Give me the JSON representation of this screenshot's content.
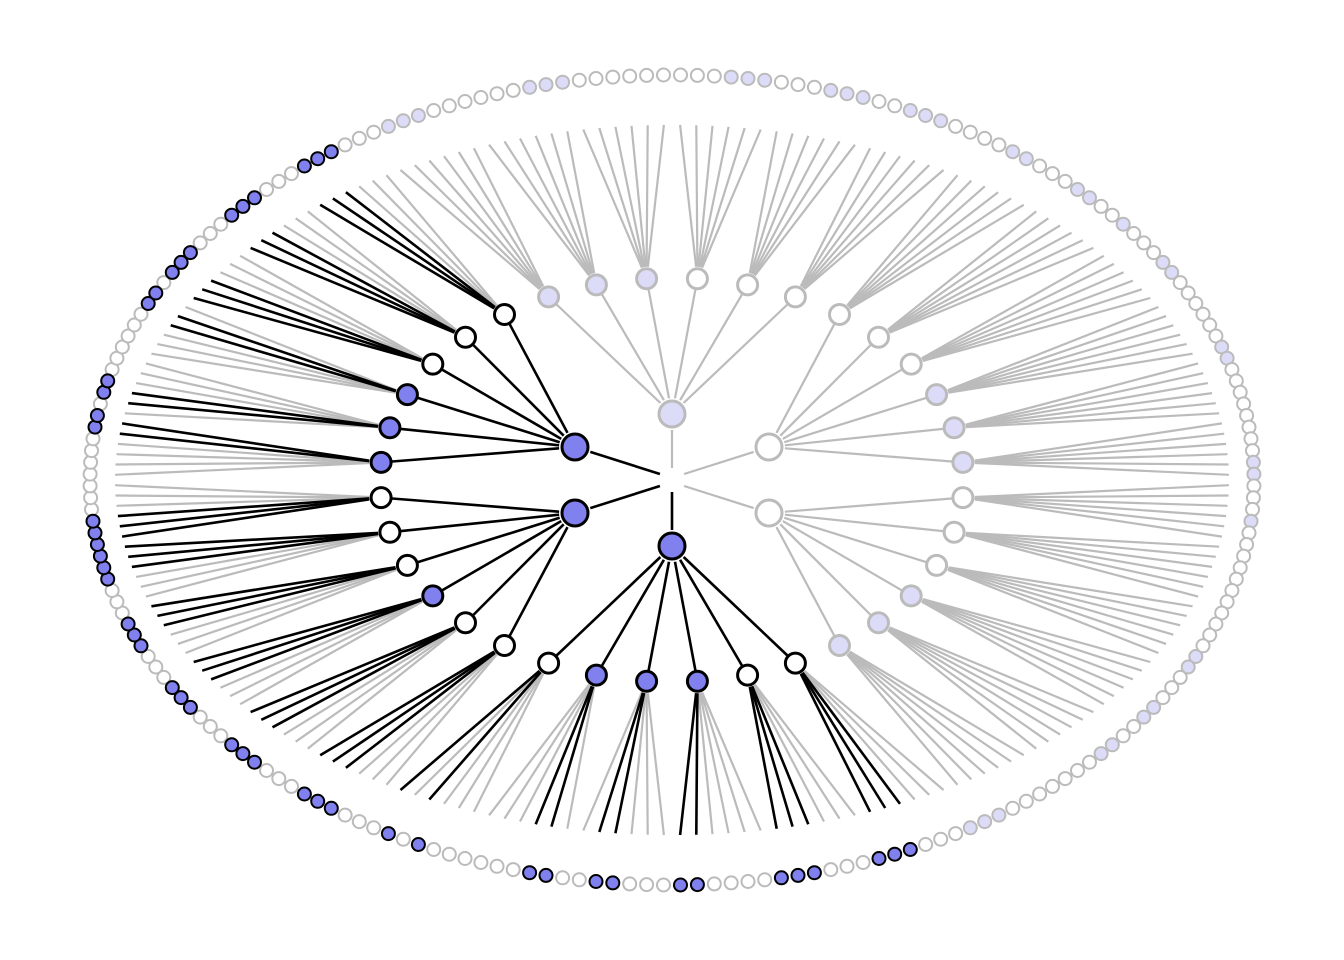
{
  "diagram": {
    "type": "radial-tree",
    "branching": [
      6,
      6,
      6
    ],
    "highlighted_path": [
      3,
      4,
      5
    ],
    "colors": {
      "background": "#ffffff",
      "highlight_stroke": "#000000",
      "highlight_fill": "#8080ee",
      "dim_stroke": "#bbbbbb",
      "dim_fill": "#dcdcf8",
      "open_fill": "#ffffff"
    },
    "level1_selected": [
      true,
      false,
      false,
      true,
      true,
      true
    ],
    "level2_selected": [
      [
        true,
        true,
        true,
        false,
        false,
        false
      ],
      [
        false,
        false,
        false,
        true,
        true,
        true
      ],
      [
        false,
        false,
        false,
        true,
        true,
        true
      ],
      [
        false,
        false,
        true,
        true,
        true,
        false
      ],
      [
        false,
        false,
        true,
        false,
        false,
        false
      ],
      [
        true,
        true,
        true,
        false,
        false,
        false
      ]
    ],
    "level3_selected": [
      [
        [
          true,
          true,
          true,
          false,
          false,
          false
        ],
        [
          false,
          false,
          false,
          true,
          true,
          true
        ],
        [
          false,
          false,
          false,
          false,
          false,
          false
        ],
        [
          false,
          false,
          false,
          true,
          true,
          true
        ],
        [
          false,
          false,
          false,
          true,
          true,
          true
        ],
        [
          false,
          false,
          true,
          true,
          true,
          false
        ]
      ],
      [
        [
          false,
          false,
          false,
          true,
          true,
          false
        ],
        [
          false,
          false,
          true,
          true,
          false,
          false
        ],
        [
          true,
          false,
          false,
          false,
          true,
          true
        ],
        [
          false,
          false,
          false,
          false,
          false,
          false
        ],
        [
          true,
          true,
          false,
          false,
          false,
          false
        ],
        [
          false,
          false,
          false,
          false,
          true,
          true
        ]
      ],
      [
        [
          false,
          false,
          false,
          true,
          false,
          false
        ],
        [
          false,
          false,
          false,
          false,
          false,
          false
        ],
        [
          false,
          false,
          false,
          true,
          true,
          false
        ],
        [
          false,
          false,
          true,
          true,
          false,
          false
        ],
        [
          true,
          true,
          false,
          false,
          false,
          false
        ],
        [
          false,
          false,
          false,
          true,
          true,
          true
        ]
      ],
      [
        [
          false,
          false,
          false,
          true,
          true,
          true
        ],
        [
          false,
          false,
          false,
          true,
          true,
          true
        ],
        [
          false,
          false,
          false,
          false,
          true,
          true
        ],
        [
          false,
          false,
          false,
          true,
          true,
          false
        ],
        [
          false,
          true,
          true,
          false,
          false,
          false
        ],
        [
          false,
          false,
          false,
          true,
          false,
          true
        ]
      ],
      [
        [
          false,
          false,
          false,
          true,
          true,
          true
        ],
        [
          false,
          false,
          false,
          true,
          true,
          true
        ],
        [
          false,
          false,
          false,
          true,
          true,
          true
        ],
        [
          false,
          false,
          false,
          true,
          true,
          true
        ],
        [
          false,
          false,
          false,
          true,
          true,
          true
        ],
        [
          true,
          true,
          true,
          false,
          false,
          false
        ]
      ],
      [
        [
          false,
          false,
          false,
          false,
          true,
          true
        ],
        [
          false,
          true,
          true,
          false,
          false,
          false
        ],
        [
          false,
          false,
          false,
          true,
          true,
          false
        ],
        [
          true,
          true,
          true,
          false,
          false,
          false
        ],
        [
          true,
          true,
          true,
          false,
          false,
          false
        ],
        [
          true,
          true,
          true,
          false,
          false,
          false
        ]
      ]
    ]
  }
}
